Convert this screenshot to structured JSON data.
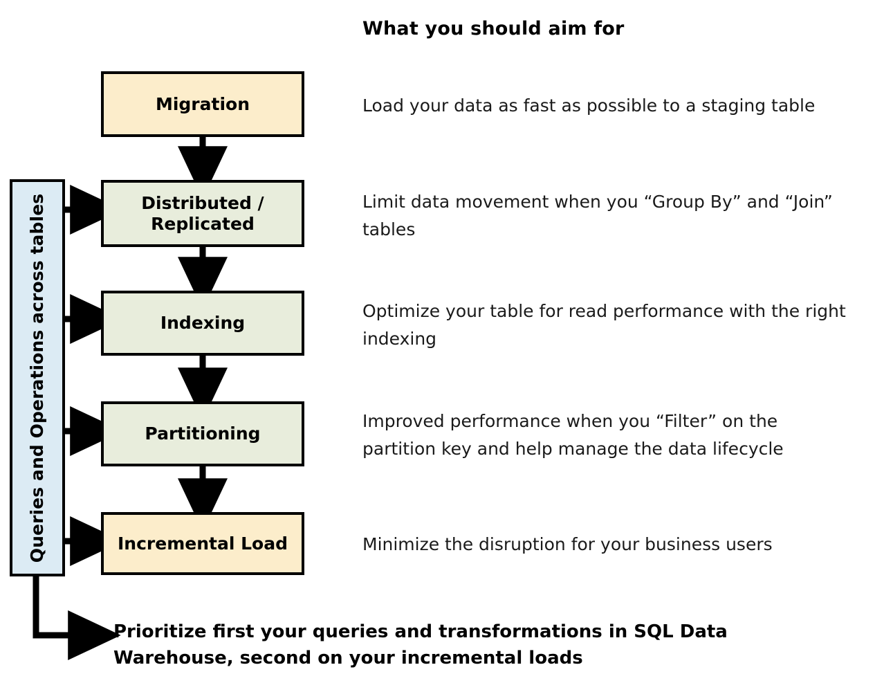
{
  "title": "What you should aim for",
  "side_band": {
    "label": "Queries and Operations across tables",
    "color": "#DCEBF4"
  },
  "colors": {
    "accent_box": "#FCEDCB",
    "neutral_box": "#E8EDDC",
    "band": "#DCEBF4",
    "outline": "#000000",
    "text": "#000000"
  },
  "stages": [
    {
      "id": "migration",
      "label": "Migration",
      "style": "accent",
      "description": "Load your data as fast as possible to a staging table",
      "has_band_arrow": false
    },
    {
      "id": "distributed-replicated",
      "label": "Distributed /\nReplicated",
      "label_line1": "Distributed /",
      "label_line2": "Replicated",
      "style": "neutral",
      "description": "Limit data movement when you “Group By” and “Join” tables",
      "has_band_arrow": true
    },
    {
      "id": "indexing",
      "label": "Indexing",
      "style": "neutral",
      "description": "Optimize your table for read performance with the right indexing",
      "has_band_arrow": true
    },
    {
      "id": "partitioning",
      "label": "Partitioning",
      "style": "neutral",
      "description": "Improved performance when you “Filter” on the partition key and help manage the data lifecycle",
      "has_band_arrow": true
    },
    {
      "id": "incremental-load",
      "label": "Incremental Load",
      "style": "accent",
      "description": "Minimize the disruption for your business users",
      "has_band_arrow": true
    }
  ],
  "conclusion": "Prioritize first your queries and transformations in SQL Data Warehouse, second on your incremental loads",
  "flow": {
    "vertical_arrows": 4,
    "band_arrows": 4,
    "bottom_elbow_arrow": 1,
    "direction": "top-to-bottom"
  }
}
